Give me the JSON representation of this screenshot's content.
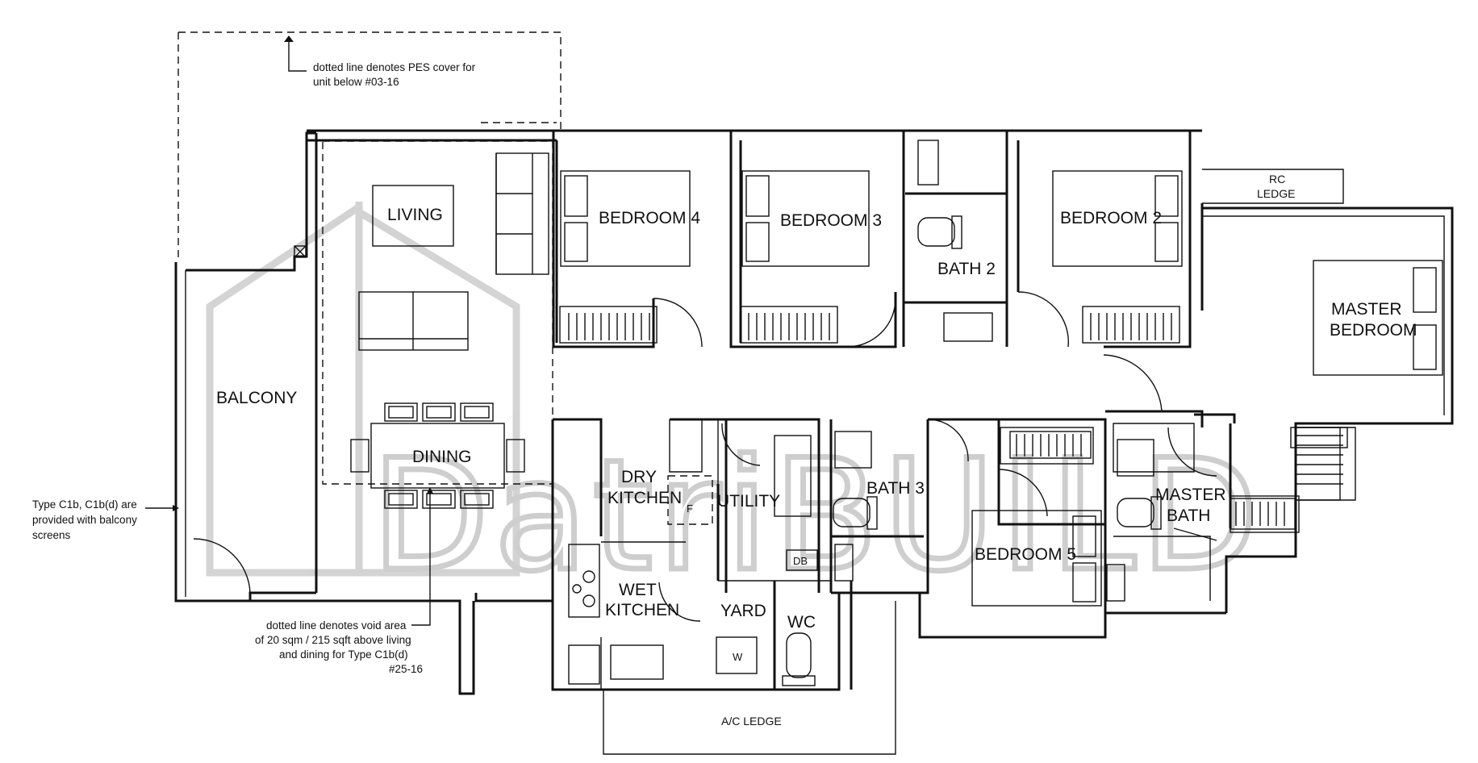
{
  "rooms": {
    "living": "LIVING",
    "dining": "DINING",
    "balcony": "BALCONY",
    "bedroom4": "BEDROOM 4",
    "bedroom3": "BEDROOM 3",
    "bath2": "BATH 2",
    "bedroom2": "BEDROOM 2",
    "master_bedroom_1": "MASTER",
    "master_bedroom_2": "BEDROOM",
    "dry_kitchen_1": "DRY",
    "dry_kitchen_2": "KITCHEN",
    "utility": "UTILITY",
    "bath3": "BATH 3",
    "bedroom5": "BEDROOM 5",
    "master_bath_1": "MASTER",
    "master_bath_2": "BATH",
    "wet_kitchen_1": "WET",
    "wet_kitchen_2": "KITCHEN",
    "yard": "YARD",
    "wc": "WC",
    "rc_ledge_1": "RC",
    "rc_ledge_2": "LEDGE",
    "ac_ledge": "A/C LEDGE"
  },
  "fixtures": {
    "fridge": "F",
    "db": "DB",
    "washer": "W"
  },
  "notes": {
    "pes_1": "dotted line denotes PES cover for",
    "pes_2": "unit below #03-16",
    "screens_1": "Type C1b, C1b(d) are",
    "screens_2": "provided with balcony",
    "screens_3": "screens",
    "void_1": "dotted line denotes void area",
    "void_2": "of 20 sqm / 215 sqft above living",
    "void_3": "and dining for Type C1b(d)",
    "void_4": "#25-16"
  },
  "watermark": "DatriBUILD"
}
